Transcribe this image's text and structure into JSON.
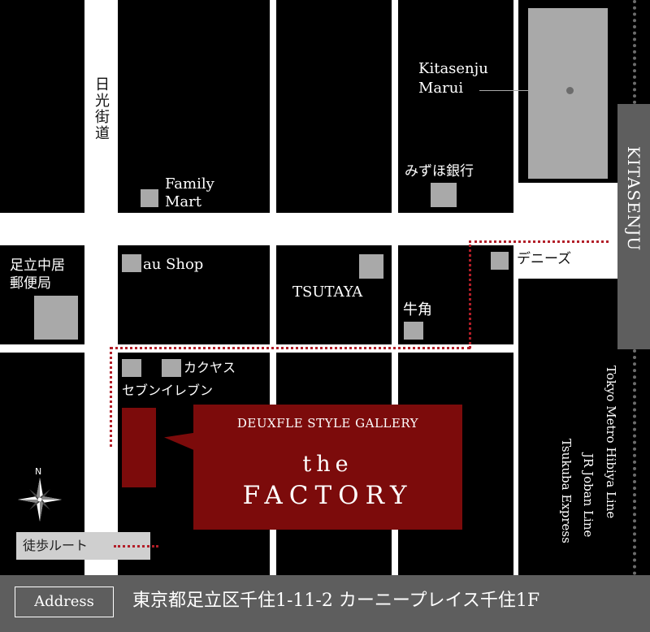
{
  "map": {
    "street_nikko_kaido": "日光街道",
    "landmarks": {
      "kitasenju_marui": [
        "Kitasenju",
        "Marui"
      ],
      "mizuho": "みずほ銀行",
      "family_mart": [
        "Family",
        "Mart"
      ],
      "post_office": [
        "足立中居",
        "郵便局"
      ],
      "au_shop": "au Shop",
      "tsutaya": "TSUTAYA",
      "gyukaku": "牛角",
      "dennys": "デニーズ",
      "kakuyasu": "カクヤス",
      "seven_eleven": "セブンイレブン"
    },
    "station": "KITASENJU",
    "rail_lines": [
      "Tokyo Metro Hibiya Line",
      "JR Joban Line",
      "Tsukuba Express"
    ],
    "compass_north": "N",
    "venue": {
      "subtitle": "DEUXFLE STYLE GALLERY",
      "name_line1": "the",
      "name_line2": "FACTORY"
    },
    "legend": {
      "walking_route": "徒歩ルート"
    },
    "address": {
      "label": "Address",
      "value": "東京都足立区千住1-11-2 カーニープレイス千住1F"
    },
    "colors": {
      "block": "#000000",
      "road": "#ffffff",
      "poi": "#a9a9a9",
      "venue": "#7c0b0b",
      "route": "#b21e28",
      "station": "#5e5e5e"
    }
  }
}
